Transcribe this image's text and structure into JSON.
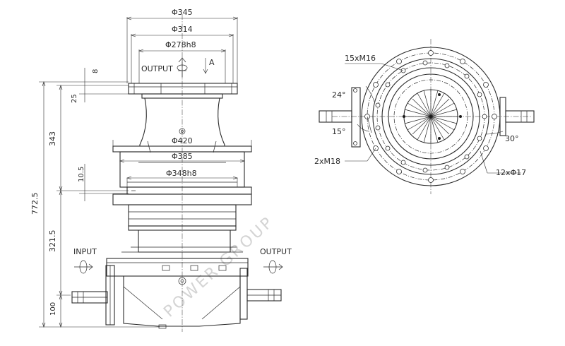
{
  "side_view": {
    "dims": {
      "d345": "Φ345",
      "d314": "Φ314",
      "d278": "Φ278h8",
      "d420": "Φ420",
      "d385": "Φ385",
      "d348": "Φ348h8",
      "h8": "8",
      "h25": "25",
      "h343": "343",
      "h10_5": "10.5",
      "h772_5": "772.5",
      "h321_5": "321.5",
      "h100": "100"
    },
    "labels": {
      "output_top": "OUTPUT",
      "view_a": "A",
      "input": "INPUT",
      "output_right": "OUTPUT"
    }
  },
  "top_view": {
    "labels": {
      "holes_top": "15xM16",
      "angle_24": "24°",
      "angle_15": "15°",
      "holes_m18": "2xM18",
      "angle_30": "30°",
      "holes_17": "12xΦ17"
    }
  },
  "watermark": "POWER GROUP"
}
